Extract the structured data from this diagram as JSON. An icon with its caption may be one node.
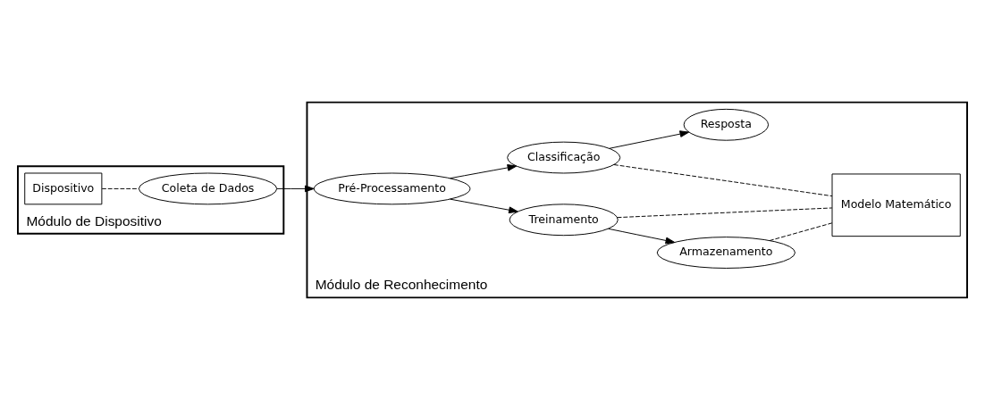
{
  "diagram": {
    "nodes": [
      {
        "text": [
          "Módulo de Dispositivo"
        ]
      },
      {
        "text": [
          "Dispositivo"
        ],
        "in": 0
      },
      {
        "text": [
          "Coleta de Dados"
        ],
        "in": 0
      },
      {
        "text": [
          "Módulo de Reconhecimento"
        ]
      },
      {
        "text": [
          "Pré-Processamento"
        ],
        "in": 3
      },
      {
        "text": [
          "Treinamento"
        ],
        "in": 3
      },
      {
        "text": [
          "Armazenamento"
        ],
        "in": 3
      },
      {
        "text": [
          "Modelo Matemático"
        ],
        "in": 3
      },
      {
        "text": [
          "Classificação"
        ],
        "in": 3
      },
      {
        "text": [
          "Resposta"
        ],
        "in": 3
      }
    ],
    "edges": [
      {
        "from": 1,
        "to": 2,
        "arrow": "none",
        "style": "dashed"
      },
      {
        "from": 2,
        "to": 4,
        "arrow": "to"
      },
      {
        "from": 4,
        "to": 5,
        "arrow": "to"
      },
      {
        "from": 4,
        "to": 8,
        "arrow": "to"
      },
      {
        "from": 5,
        "to": 6,
        "arrow": "to"
      },
      {
        "from": 5,
        "to": 7,
        "arrow": "none",
        "style": "dashed"
      },
      {
        "from": 6,
        "to": 7,
        "arrow": "none",
        "style": "dashed"
      },
      {
        "from": 8,
        "to": 7,
        "arrow": "none",
        "style": "dashed"
      },
      {
        "from": 8,
        "to": 9,
        "arrow": "to"
      }
    ]
  }
}
